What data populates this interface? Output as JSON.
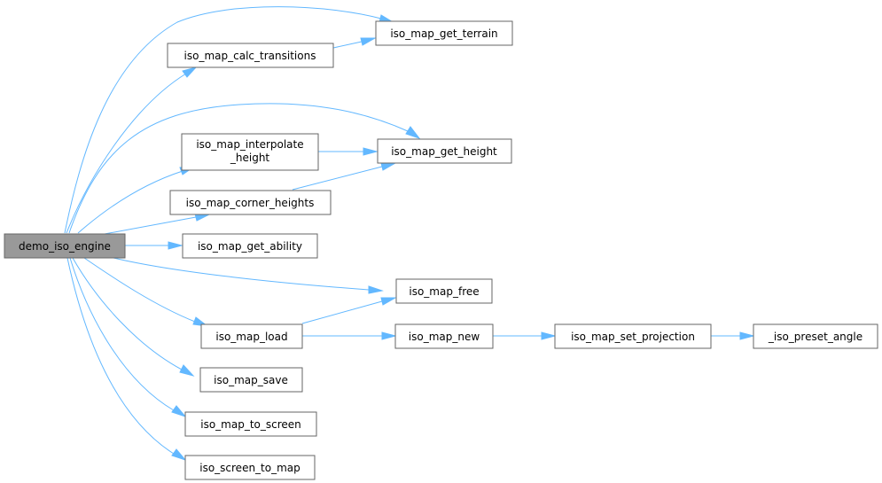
{
  "graph": {
    "root": "demo_iso_engine",
    "nodes": [
      {
        "id": "demo_iso_engine",
        "label": [
          "demo_iso_engine"
        ],
        "root": true
      },
      {
        "id": "iso_map_get_terrain",
        "label": [
          "iso_map_get_terrain"
        ]
      },
      {
        "id": "iso_map_calc_transitions",
        "label": [
          "iso_map_calc_transitions"
        ]
      },
      {
        "id": "iso_map_interpolate_height",
        "label": [
          "iso_map_interpolate",
          "_height"
        ]
      },
      {
        "id": "iso_map_get_height",
        "label": [
          "iso_map_get_height"
        ]
      },
      {
        "id": "iso_map_corner_heights",
        "label": [
          "iso_map_corner_heights"
        ]
      },
      {
        "id": "iso_map_get_ability",
        "label": [
          "iso_map_get_ability"
        ]
      },
      {
        "id": "iso_map_free",
        "label": [
          "iso_map_free"
        ]
      },
      {
        "id": "iso_map_load",
        "label": [
          "iso_map_load"
        ]
      },
      {
        "id": "iso_map_new",
        "label": [
          "iso_map_new"
        ]
      },
      {
        "id": "iso_map_set_projection",
        "label": [
          "iso_map_set_projection"
        ]
      },
      {
        "id": "_iso_preset_angle",
        "label": [
          "_iso_preset_angle"
        ]
      },
      {
        "id": "iso_map_save",
        "label": [
          "iso_map_save"
        ]
      },
      {
        "id": "iso_map_to_screen",
        "label": [
          "iso_map_to_screen"
        ]
      },
      {
        "id": "iso_screen_to_map",
        "label": [
          "iso_screen_to_map"
        ]
      }
    ],
    "edges": [
      {
        "from": "demo_iso_engine",
        "to": "iso_map_get_terrain"
      },
      {
        "from": "demo_iso_engine",
        "to": "iso_map_calc_transitions"
      },
      {
        "from": "iso_map_calc_transitions",
        "to": "iso_map_get_terrain"
      },
      {
        "from": "demo_iso_engine",
        "to": "iso_map_get_height"
      },
      {
        "from": "demo_iso_engine",
        "to": "iso_map_interpolate_height"
      },
      {
        "from": "iso_map_interpolate_height",
        "to": "iso_map_get_height"
      },
      {
        "from": "demo_iso_engine",
        "to": "iso_map_corner_heights"
      },
      {
        "from": "iso_map_corner_heights",
        "to": "iso_map_get_height"
      },
      {
        "from": "demo_iso_engine",
        "to": "iso_map_get_ability"
      },
      {
        "from": "demo_iso_engine",
        "to": "iso_map_free"
      },
      {
        "from": "demo_iso_engine",
        "to": "iso_map_load"
      },
      {
        "from": "iso_map_load",
        "to": "iso_map_free"
      },
      {
        "from": "iso_map_load",
        "to": "iso_map_new"
      },
      {
        "from": "iso_map_new",
        "to": "iso_map_set_projection"
      },
      {
        "from": "iso_map_set_projection",
        "to": "_iso_preset_angle"
      },
      {
        "from": "demo_iso_engine",
        "to": "iso_map_save"
      },
      {
        "from": "demo_iso_engine",
        "to": "iso_map_to_screen"
      },
      {
        "from": "demo_iso_engine",
        "to": "iso_screen_to_map"
      }
    ]
  },
  "colors": {
    "edge": "#63b8ff",
    "node_border": "#666666",
    "node_fill": "#ffffff",
    "root_fill": "#999999",
    "text": "#000000"
  }
}
